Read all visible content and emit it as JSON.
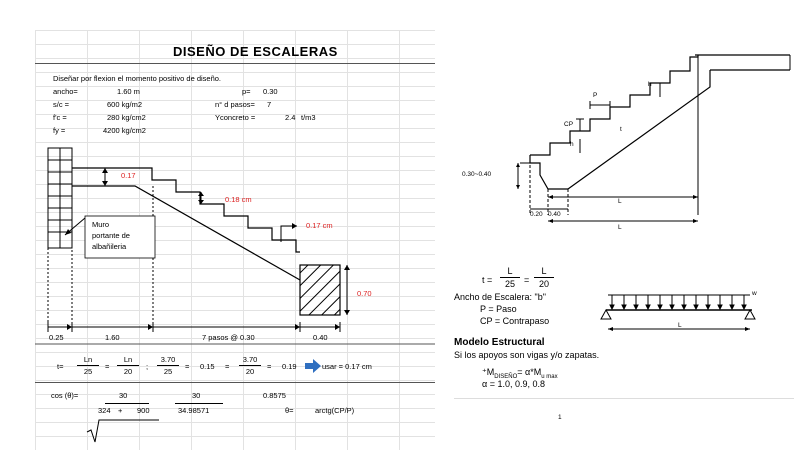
{
  "sheet": {
    "title": "DISEÑO DE ESCALERAS",
    "subtitle": "Diseñar por flexion el momento positivo de diseño.",
    "params": [
      {
        "label": "ancho=",
        "value": "1.60 m"
      },
      {
        "label": "s/c =",
        "value": "600 kg/m2"
      },
      {
        "label": "f'c =",
        "value": "280 kg/cm2"
      },
      {
        "label": "fy =",
        "value": "4200 kg/cm2"
      }
    ],
    "params_right": [
      {
        "label": "p=",
        "value": "0.30"
      },
      {
        "label": "n° d pasos=",
        "value": "7"
      },
      {
        "label": "Yconcreto =",
        "value": "2.4",
        "unit": "t/m3"
      }
    ],
    "drawing": {
      "thick_landing": "0.17",
      "riser": "0.18 cm",
      "waist": "0.17 cm",
      "wall_label": [
        "Muro",
        "portante de",
        "albañileria"
      ],
      "support_height": "0.70",
      "dims": [
        "0.25",
        "1.60",
        "7 pasos @ 0.30",
        "0.40"
      ]
    },
    "calc": {
      "t_label": "t=",
      "eq": "=",
      "semicolon": ";",
      "f1": {
        "n": "Ln",
        "d": "25"
      },
      "f2": {
        "n": "Ln",
        "d": "20"
      },
      "f3": {
        "n": "3.70",
        "d": "25"
      },
      "v1": "0.15",
      "f4": {
        "n": "3.70",
        "d": "20"
      },
      "v2": "0.19",
      "usar": "usar = 0.17 cm",
      "cos_label": "cos (θ)=",
      "cos_n1": "30",
      "cos_n2": "30",
      "cos_result": "0.8575",
      "sqrt_a": "324",
      "sqrt_plus": "+",
      "sqrt_b": "900",
      "sqrt_val": "34.98571",
      "theta_label": "θ=",
      "theta_val": "arctg(CP/P)"
    }
  },
  "reference": {
    "labels": {
      "h": "h",
      "p": "P",
      "cp": "CP",
      "t": "t",
      "hm": "h",
      "ln": "L",
      "l": "L",
      "dim_thick": "0.30~0.40",
      "dim_a": "0.20",
      "dim_b": "0.40"
    },
    "formula_t": "t =",
    "formula_n1": "L",
    "formula_d1": "25",
    "formula_eq": "=",
    "formula_n2": "L",
    "formula_d2": "20",
    "ancho_line": "Ancho de Escalera: \"b\"",
    "p_line": "P  = Paso",
    "cp_line": "CP = Contrapaso",
    "load_label": "w",
    "beam_label": "L",
    "modelo_title": "Modelo Estructural",
    "modelo_desc": "Si los apoyos son vigas y/o zapatas.",
    "m_formula": "⁺M",
    "m_sub": "DISEÑO",
    "m_rest": "= α*M",
    "m_sub2": "u max",
    "alpha_line": "α = 1.0, 0.9, 0.8",
    "bottom_text": "1"
  }
}
